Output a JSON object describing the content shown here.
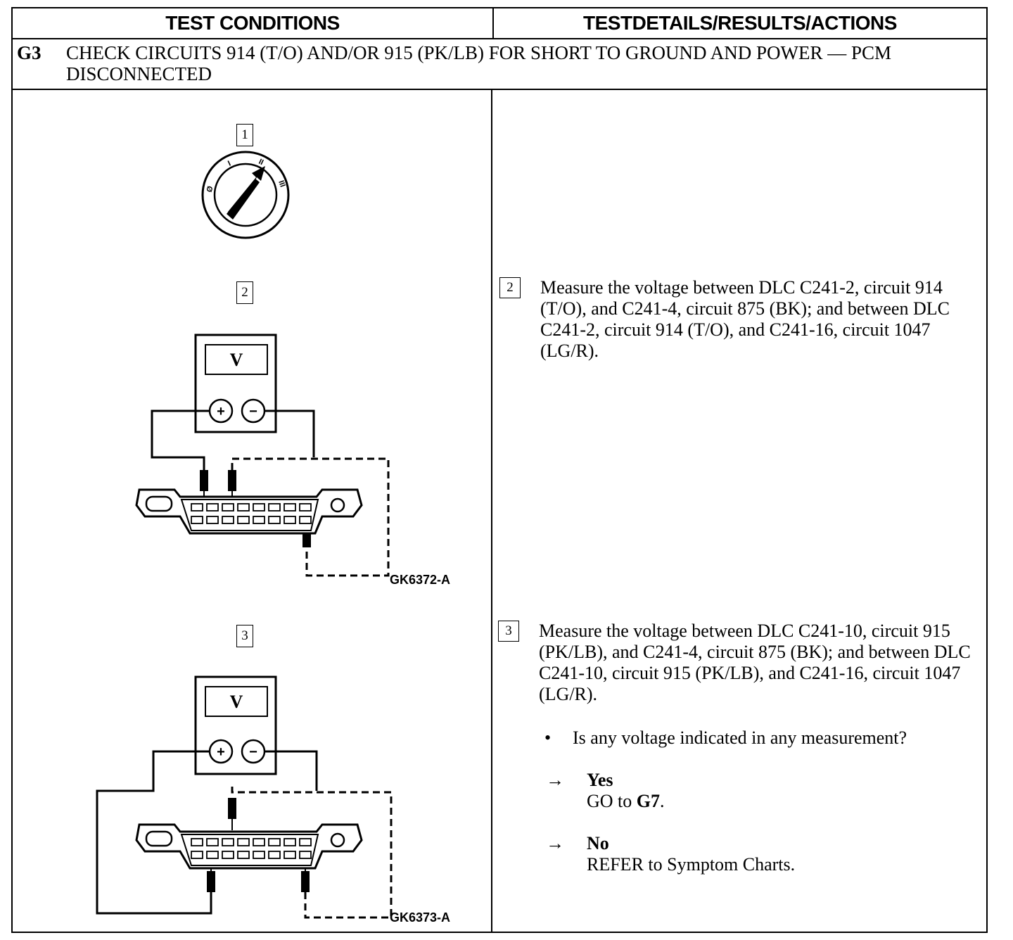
{
  "header": {
    "test_conditions": "TEST CONDITIONS",
    "test_details": "TESTDETAILS/RESULTS/ACTIONS"
  },
  "step": {
    "id": "G3",
    "title": "CHECK CIRCUITS 914 (T/O) AND/OR 915 (PK/LB) FOR SHORT TO GROUND AND POWER — PCM DISCONNECTED"
  },
  "figures": {
    "step1_number": "1",
    "step2_number": "2",
    "step3_number": "3",
    "meter_symbol": "V",
    "switch_positions": [
      "Ø",
      "I",
      "II",
      "III"
    ],
    "fig2_label": "GK6372-A",
    "fig3_label": "GK6373-A"
  },
  "details": {
    "step2_number": "2",
    "step2_text": "Measure the voltage between DLC C241-2, circuit 914 (T/O), and C241-4, circuit 875 (BK); and between DLC C241-2, circuit 914 (T/O), and C241-16, circuit 1047 (LG/R).",
    "step3_number": "3",
    "step3_text": "Measure the voltage between DLC C241-10, circuit 915 (PK/LB), and C241-4, circuit 875 (BK); and between DLC C241-10, circuit 915 (PK/LB), and C241-16, circuit 1047 (LG/R).",
    "bullet": "•",
    "question": "Is any voltage indicated in any measurement?",
    "arrow": "→",
    "yes_label": "Yes",
    "yes_action_prefix": "GO to ",
    "yes_action_target": "G7",
    "yes_action_suffix": ".",
    "no_label": "No",
    "no_action": "REFER to Symptom Charts."
  }
}
